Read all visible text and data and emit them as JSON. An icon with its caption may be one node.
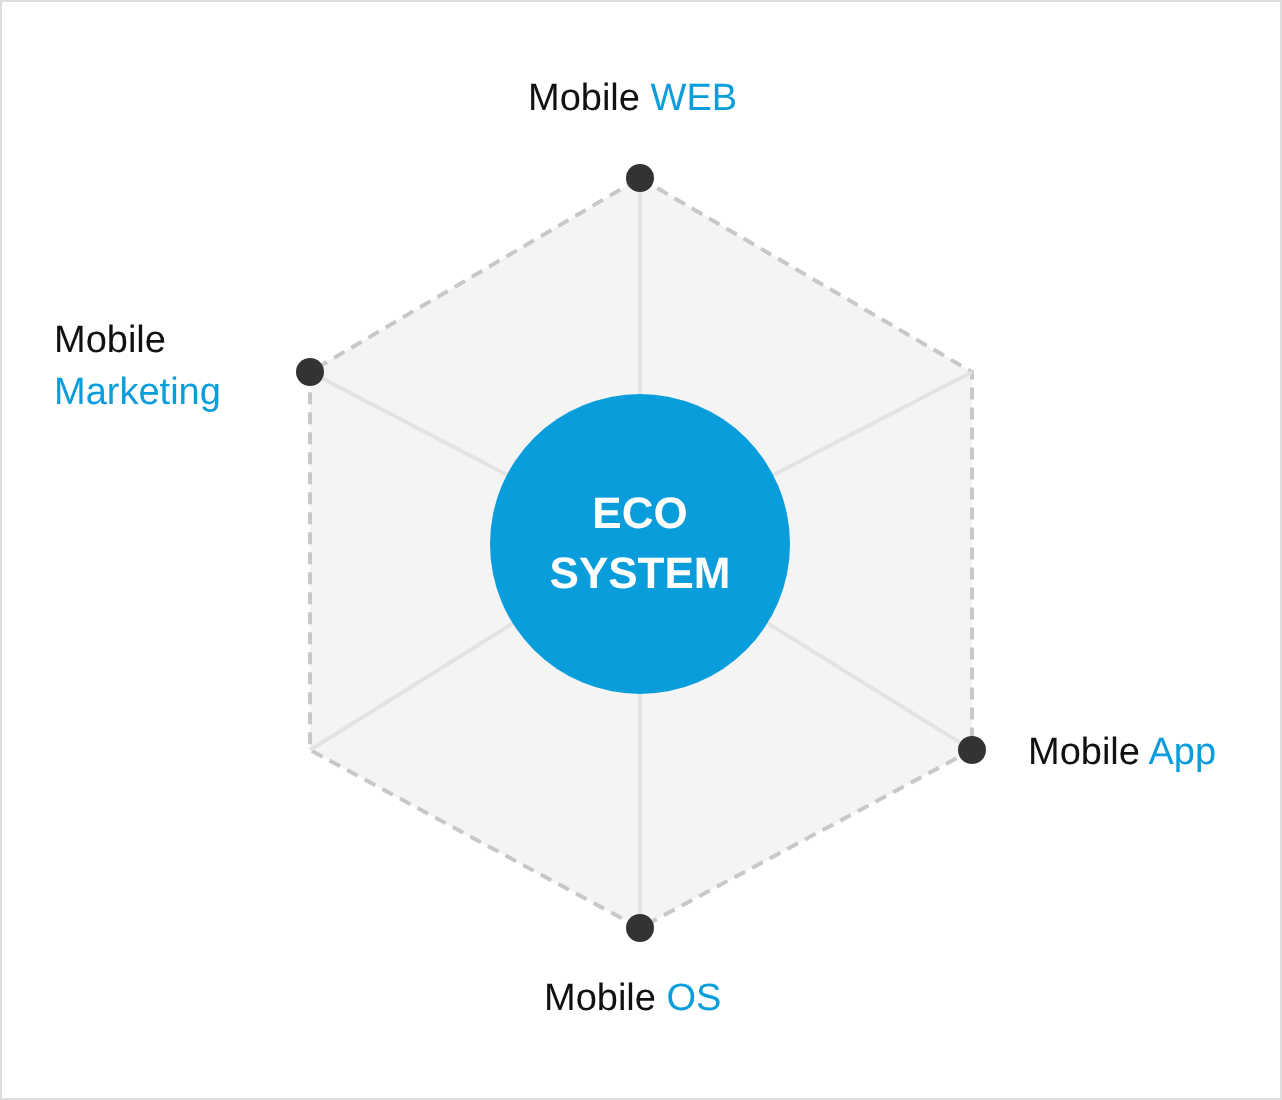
{
  "diagram": {
    "nodes": [
      {
        "text": [
          "ECO SYSTEM"
        ]
      },
      {
        "text": [],
        "shape": "circle",
        "beside": [
          "Mobile WEB"
        ]
      },
      {
        "text": [],
        "shape": "circle",
        "beside": [
          "Mobile Marketing"
        ]
      },
      {
        "text": [],
        "shape": "circle",
        "beside": [
          "Mobile App"
        ]
      },
      {
        "text": [],
        "shape": "circle",
        "beside": [
          "Mobile OS"
        ]
      }
    ],
    "edges": [
      {
        "from": 0,
        "to": 1,
        "arrow": "none"
      },
      {
        "from": 0,
        "to": 2,
        "arrow": "none"
      },
      {
        "from": 0,
        "to": 3,
        "arrow": "none"
      },
      {
        "from": 0,
        "to": 4,
        "arrow": "none"
      }
    ]
  }
}
